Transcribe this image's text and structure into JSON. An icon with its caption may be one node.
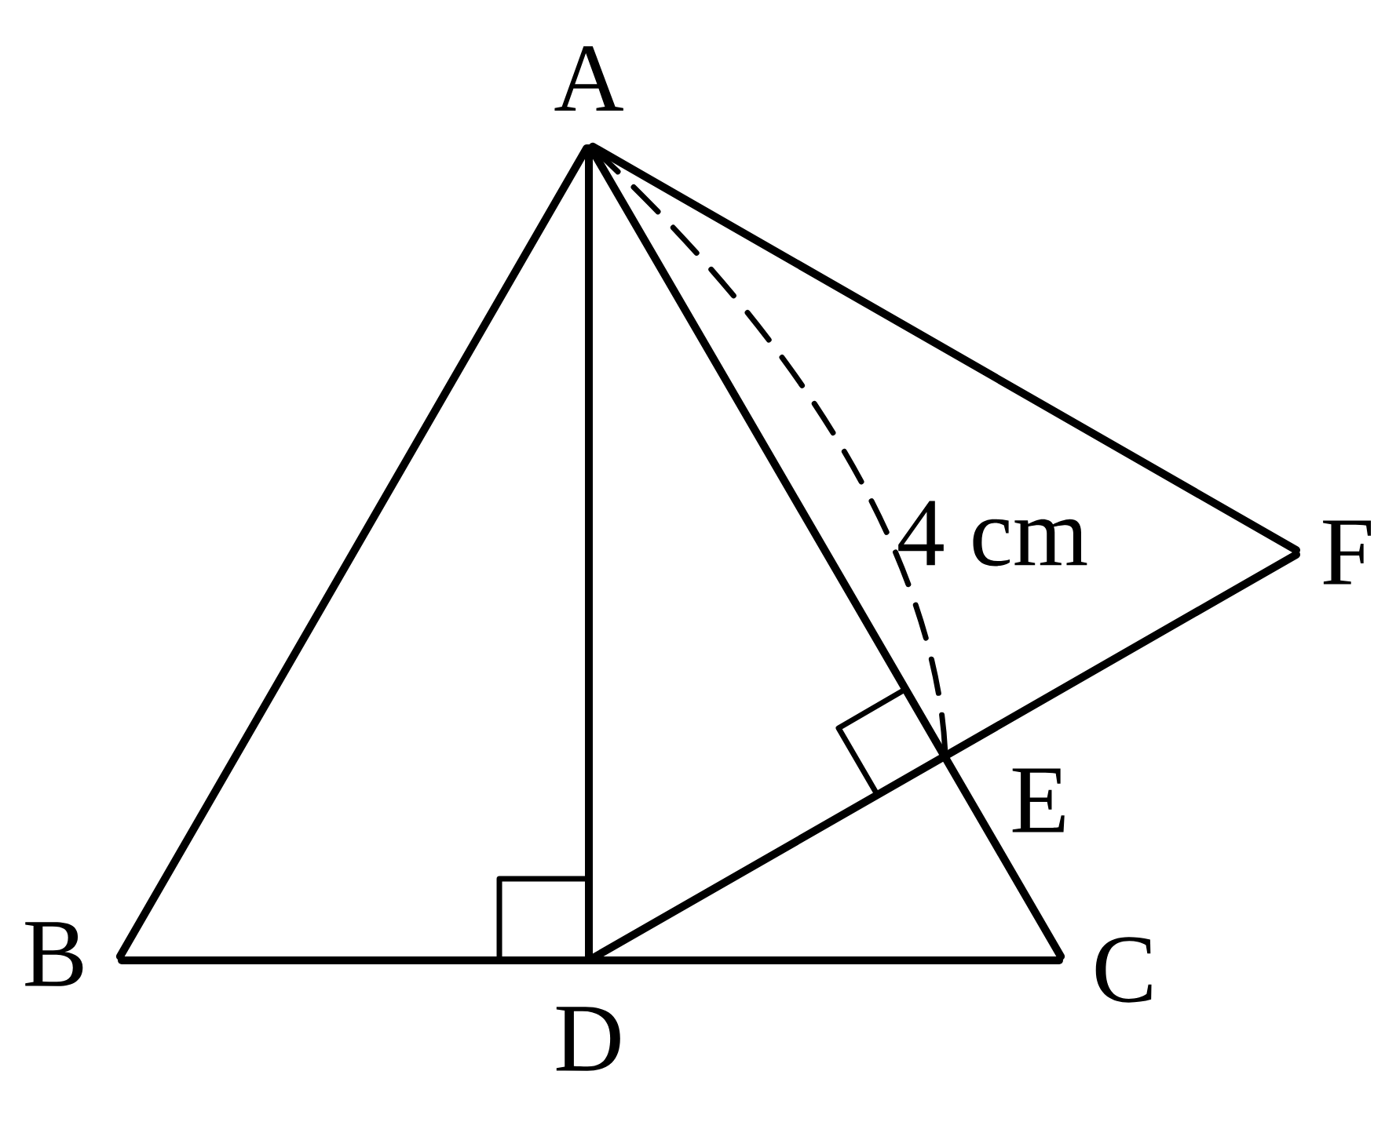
{
  "diagram": {
    "nodes": [
      {
        "text": [
          "A"
        ]
      },
      {
        "text": [
          "B"
        ]
      },
      {
        "text": [
          "C"
        ]
      },
      {
        "text": [
          "D"
        ]
      },
      {
        "text": [
          "E"
        ]
      },
      {
        "text": [
          "F"
        ]
      }
    ],
    "edges": [
      {
        "from": 0,
        "to": 1,
        "arrow": "none"
      },
      {
        "from": 1,
        "to": 2,
        "arrow": "none"
      },
      {
        "from": 0,
        "to": 3,
        "arrow": "none"
      },
      {
        "from": 0,
        "to": 2,
        "arrow": "none"
      },
      {
        "from": 0,
        "to": 5,
        "arrow": "none"
      },
      {
        "from": 3,
        "to": 5,
        "arrow": "none"
      },
      {
        "from": 0,
        "to": 4,
        "arrow": "none",
        "style": "dashed"
      }
    ],
    "labels": [
      "4 cm"
    ]
  }
}
